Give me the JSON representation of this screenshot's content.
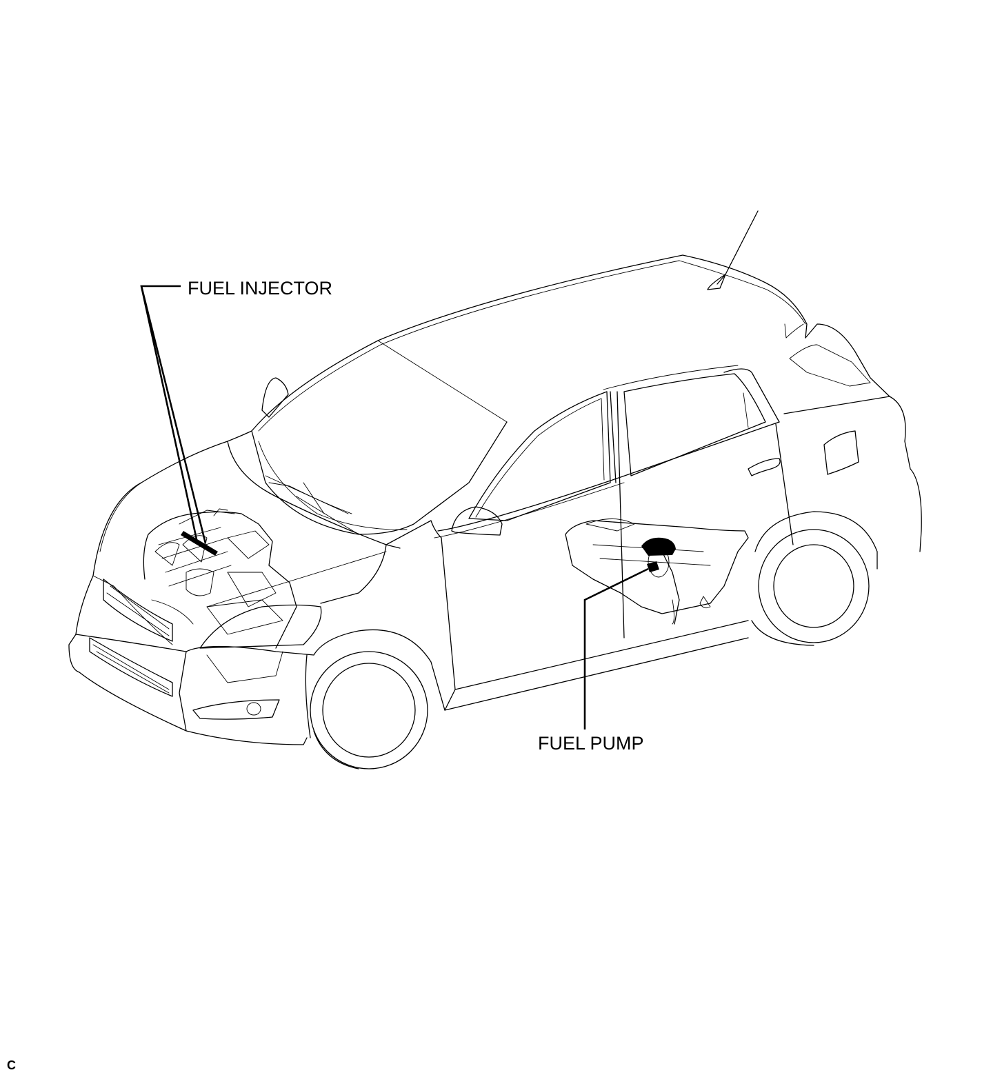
{
  "callouts": {
    "fuel_injector": "FUEL INJECTOR",
    "fuel_pump": "FUEL PUMP"
  },
  "corner_mark": "C"
}
